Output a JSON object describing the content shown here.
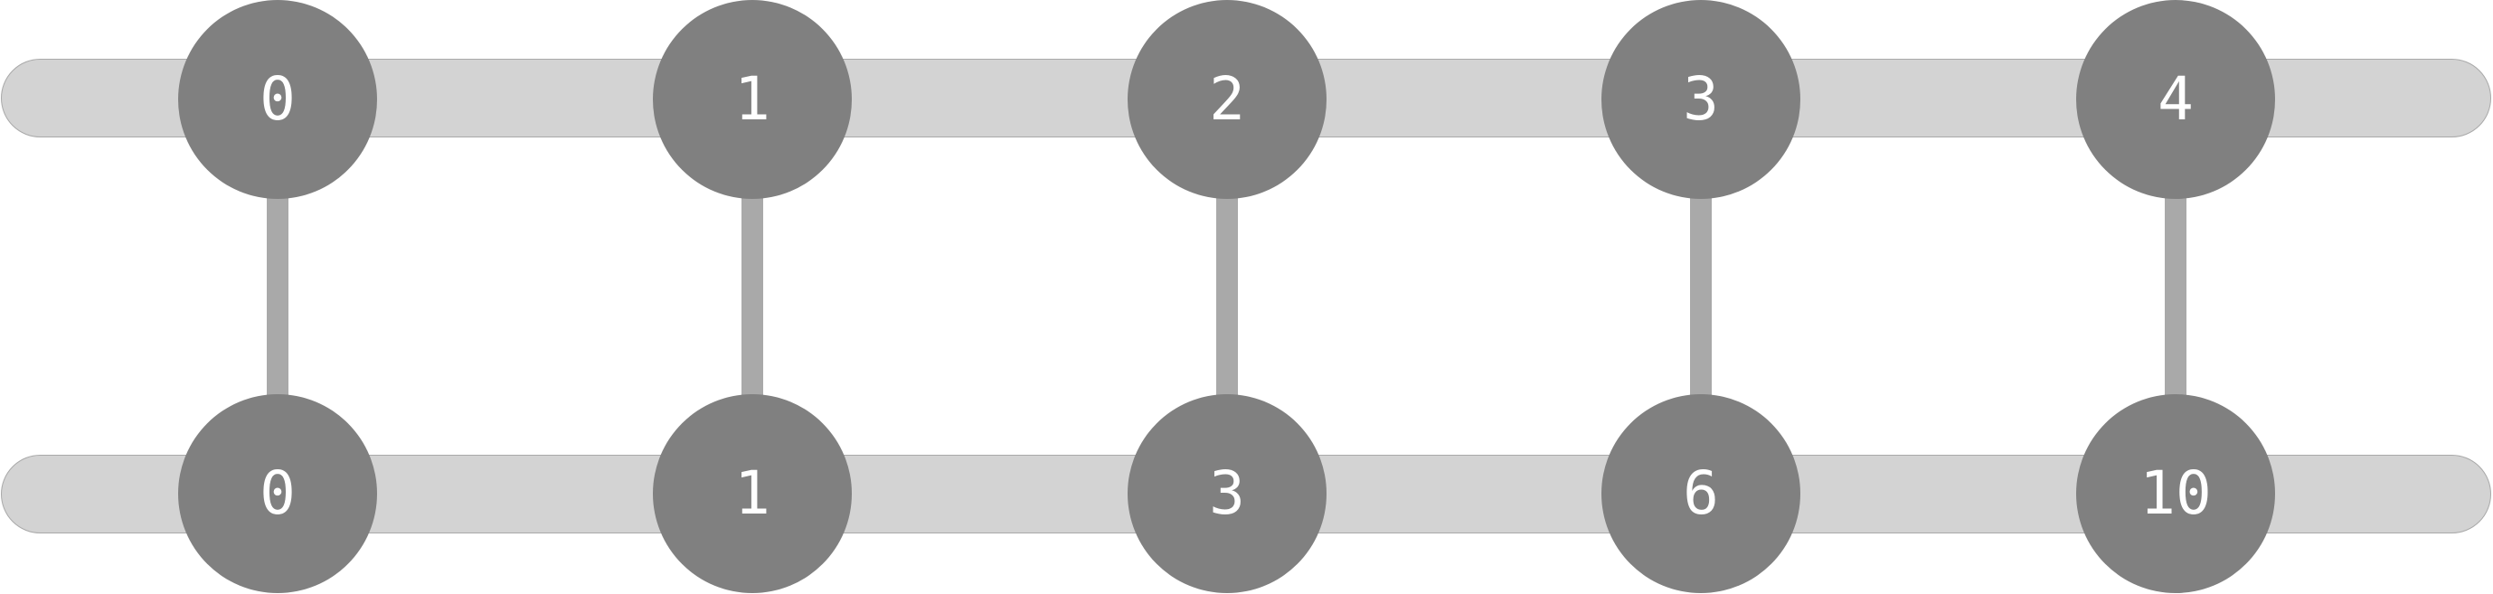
{
  "colors": {
    "track_fill": "#d3d3d3",
    "track_border": "#a9a9a9",
    "connector": "#a9a9a9",
    "node_fill": "#808080",
    "node_text": "#ffffff"
  },
  "top_row": {
    "nodes": [
      "0",
      "1",
      "2",
      "3",
      "4"
    ]
  },
  "bottom_row": {
    "nodes": [
      "0",
      "1",
      "3",
      "6",
      "10"
    ]
  }
}
